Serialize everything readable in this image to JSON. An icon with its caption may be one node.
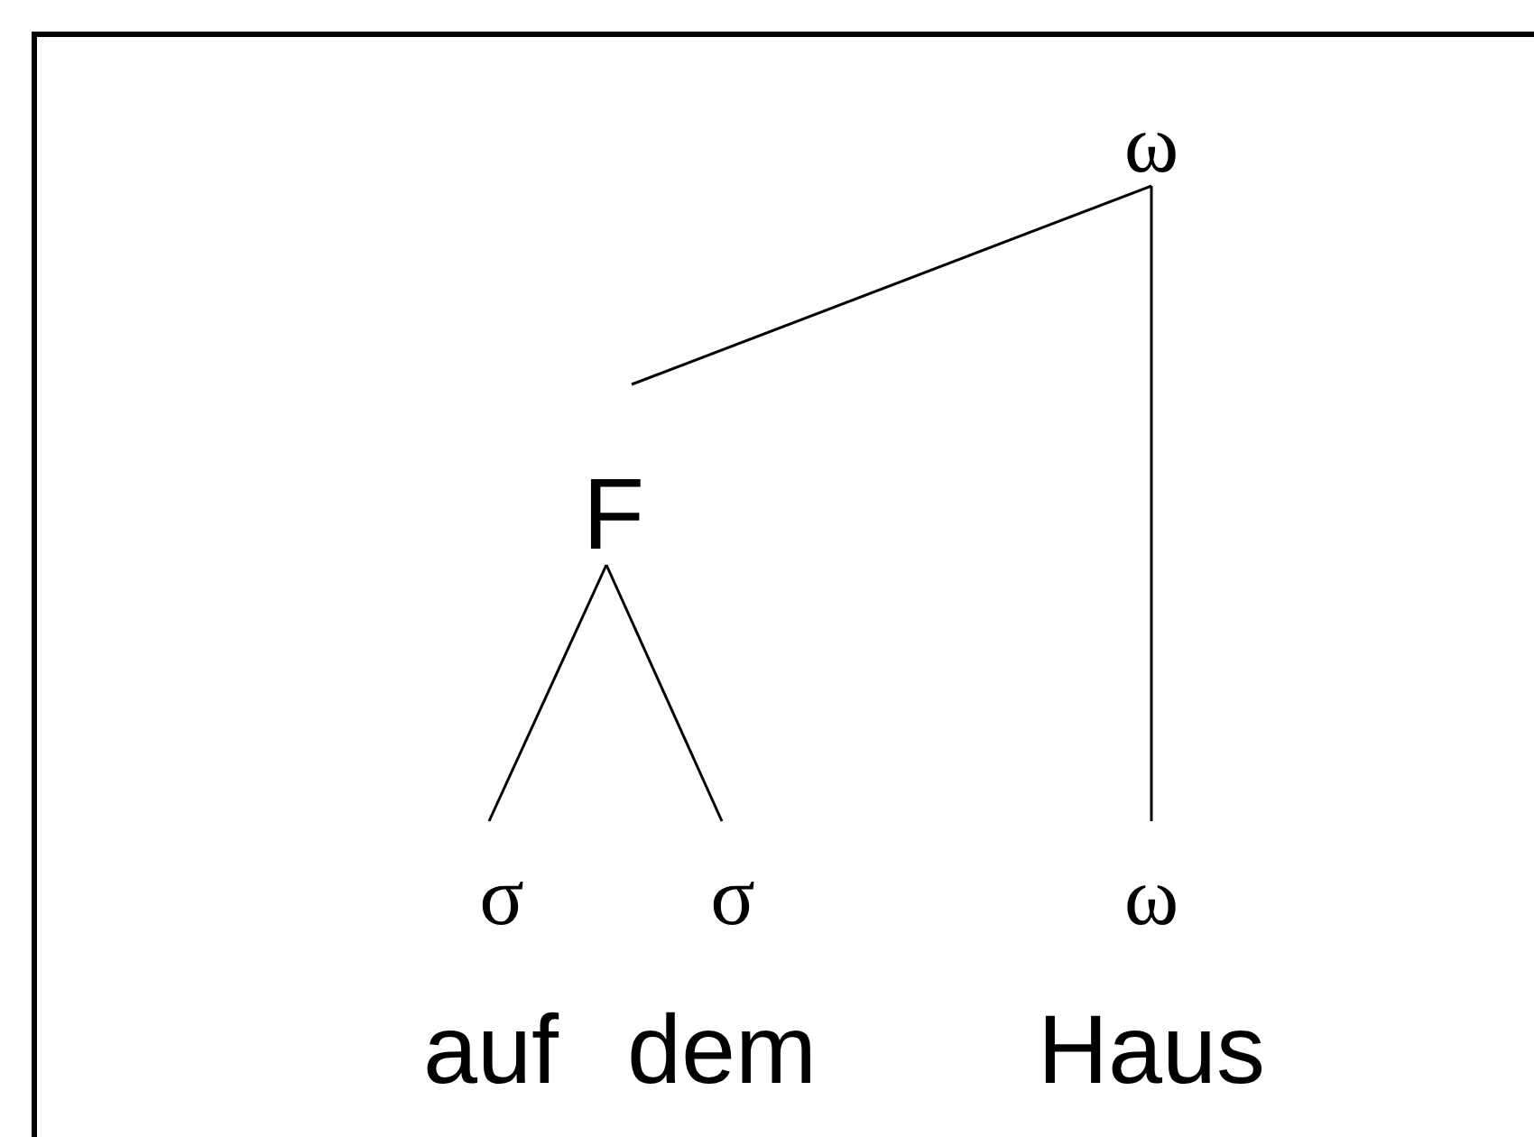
{
  "diagram": {
    "nodes": [
      {
        "text": [
          "ω"
        ]
      },
      {
        "text": [
          "F"
        ]
      },
      {
        "text": [
          "σ"
        ]
      },
      {
        "text": [
          "σ"
        ]
      },
      {
        "text": [
          "ω"
        ]
      }
    ],
    "edges": [
      {
        "from": 0,
        "to": 1,
        "arrow": "none"
      },
      {
        "from": 0,
        "to": 4,
        "arrow": "none"
      },
      {
        "from": 1,
        "to": 2,
        "arrow": "none"
      },
      {
        "from": 1,
        "to": 3,
        "arrow": "none"
      }
    ],
    "labels": [
      "auf",
      "dem",
      "Haus"
    ]
  }
}
